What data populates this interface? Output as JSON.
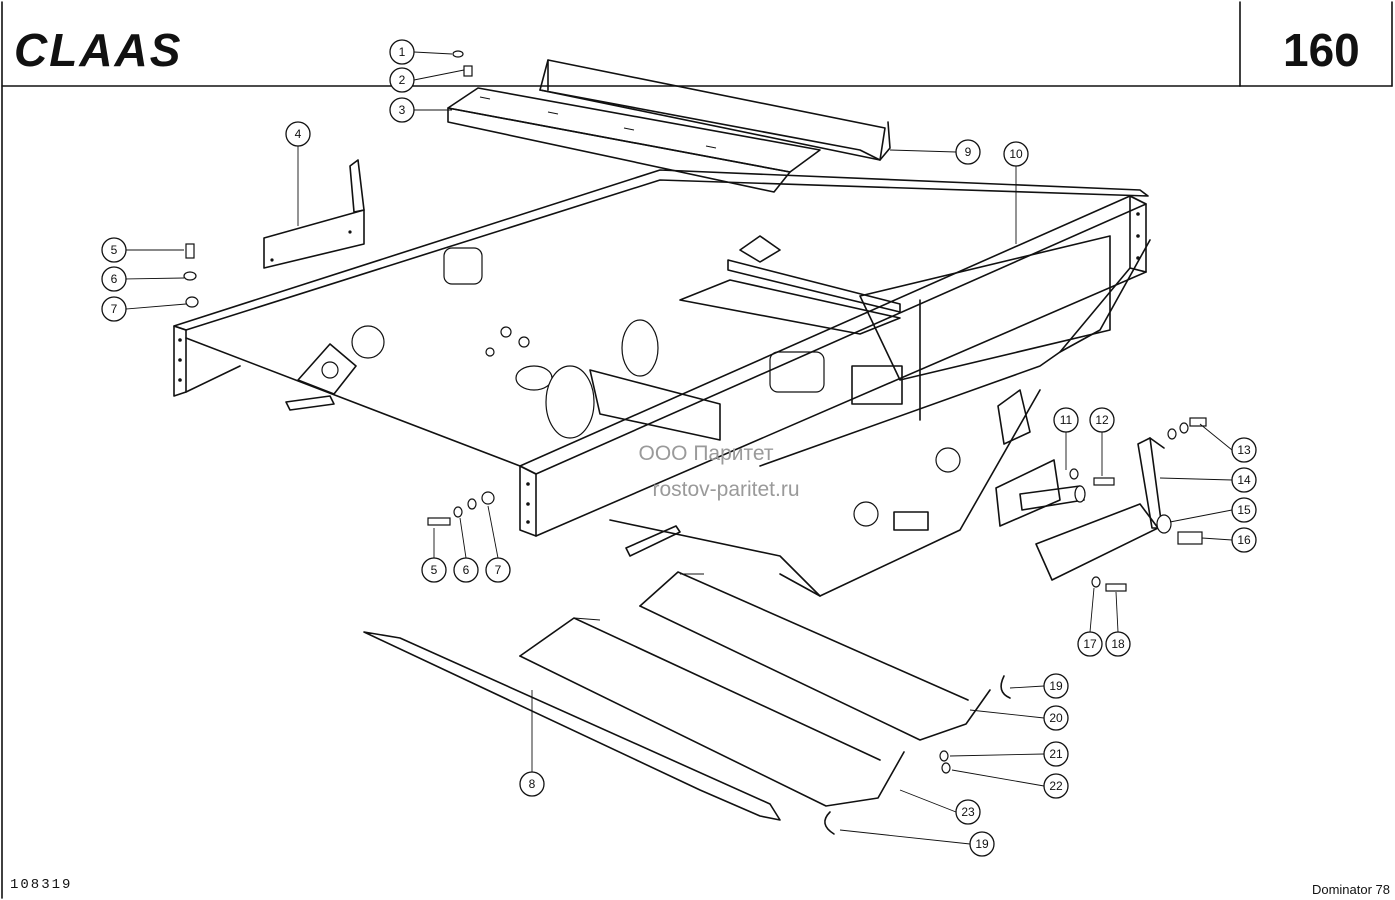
{
  "header": {
    "brand": "CLAAS",
    "page_number": "160"
  },
  "footer": {
    "drawing_number": "108319",
    "model": "Dominator 78"
  },
  "watermark": {
    "line1": "ООО Паритет",
    "line2": "rostov-paritet.ru"
  },
  "callouts": [
    {
      "id": "c1",
      "label": "1"
    },
    {
      "id": "c2",
      "label": "2"
    },
    {
      "id": "c3",
      "label": "3"
    },
    {
      "id": "c4",
      "label": "4"
    },
    {
      "id": "c5a",
      "label": "5"
    },
    {
      "id": "c6a",
      "label": "6"
    },
    {
      "id": "c7a",
      "label": "7"
    },
    {
      "id": "c9",
      "label": "9"
    },
    {
      "id": "c10",
      "label": "10"
    },
    {
      "id": "c11",
      "label": "11"
    },
    {
      "id": "c12",
      "label": "12"
    },
    {
      "id": "c13",
      "label": "13"
    },
    {
      "id": "c14",
      "label": "14"
    },
    {
      "id": "c15",
      "label": "15"
    },
    {
      "id": "c16",
      "label": "16"
    },
    {
      "id": "c5b",
      "label": "5"
    },
    {
      "id": "c6b",
      "label": "6"
    },
    {
      "id": "c7b",
      "label": "7"
    },
    {
      "id": "c17",
      "label": "17"
    },
    {
      "id": "c18",
      "label": "18"
    },
    {
      "id": "c19a",
      "label": "19"
    },
    {
      "id": "c20",
      "label": "20"
    },
    {
      "id": "c21",
      "label": "21"
    },
    {
      "id": "c22",
      "label": "22"
    },
    {
      "id": "c8",
      "label": "8"
    },
    {
      "id": "c23",
      "label": "23"
    },
    {
      "id": "c19b",
      "label": "19"
    }
  ]
}
